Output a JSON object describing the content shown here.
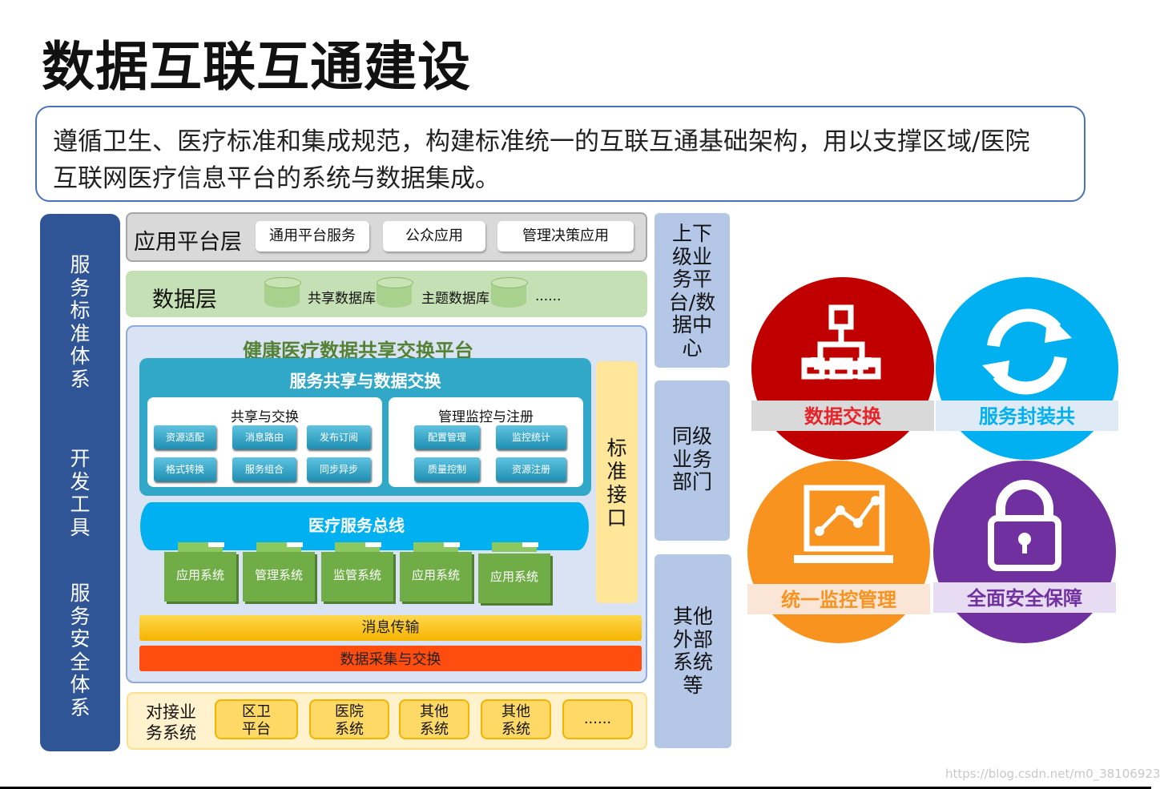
{
  "title": "数据互联互通建设",
  "intro": {
    "line1": "遵循卫生、医疗标准和集成规范，构建标准统一的互联互通基础架构，用以支撑区域/医院",
    "line2": "互联网医疗信息平台的系统与数据集成。"
  },
  "left_sidebar": {
    "block1": [
      "服",
      "务",
      "标",
      "准",
      "体",
      "系"
    ],
    "block2": [
      "开",
      "发",
      "工",
      "具"
    ],
    "block3": [
      "服",
      "务",
      "安",
      "全",
      "体",
      "系"
    ]
  },
  "app_layer": {
    "title": "应用平台层",
    "items": [
      "通用平台服务",
      "公众应用",
      "管理决策应用"
    ]
  },
  "data_layer": {
    "title": "数据层",
    "items": [
      "共享数据库",
      "主题数据库",
      "......"
    ]
  },
  "platform": {
    "title": "健康医疗数据共享交换平台",
    "service": {
      "title": "服务共享与数据交换",
      "share": {
        "title": "共享与交换",
        "buttons": [
          "资源适配",
          "消息路由",
          "发布订阅",
          "格式转换",
          "服务组合",
          "同步异步"
        ]
      },
      "manage": {
        "title": "管理监控与注册",
        "buttons": [
          "配置管理",
          "监控统计",
          "质量控制",
          "资源注册"
        ]
      }
    },
    "standard_interface": [
      "标",
      "准",
      "接",
      "口"
    ],
    "bus": "医疗服务总线",
    "systems": [
      "应用系统",
      "管理系统",
      "监管系统",
      "应用系统",
      "应用系统"
    ],
    "message": "消息传输",
    "collect": "数据采集与交换"
  },
  "bottom": {
    "title_line1": "对接业",
    "title_line2": "务系统",
    "items": [
      {
        "line1": "区卫",
        "line2": "平台"
      },
      {
        "line1": "医院",
        "line2": "系统"
      },
      {
        "line1": "其他",
        "line2": "系统"
      },
      {
        "line1": "其他",
        "line2": "系统"
      },
      {
        "line1": "......",
        "line2": ""
      }
    ]
  },
  "right_column": {
    "box1": [
      "上下",
      "级业",
      "务平",
      "台/数",
      "据中",
      "心"
    ],
    "box2": [
      "同级",
      "业务",
      "部门"
    ],
    "box3": [
      "其他",
      "外部",
      "系统",
      "等"
    ]
  },
  "features": [
    {
      "label": "数据交换",
      "icon": "org-chart-icon",
      "color": "#c00000"
    },
    {
      "label": "服务封装共",
      "icon": "refresh-icon",
      "color": "#00b0f0"
    },
    {
      "label": "统一监控管理",
      "icon": "monitor-chart-icon",
      "color": "#f7931e"
    },
    {
      "label": "全面安全保障",
      "icon": "lock-icon",
      "color": "#7030a0"
    }
  ],
  "watermark": "https://blog.csdn.net/m0_38106923"
}
